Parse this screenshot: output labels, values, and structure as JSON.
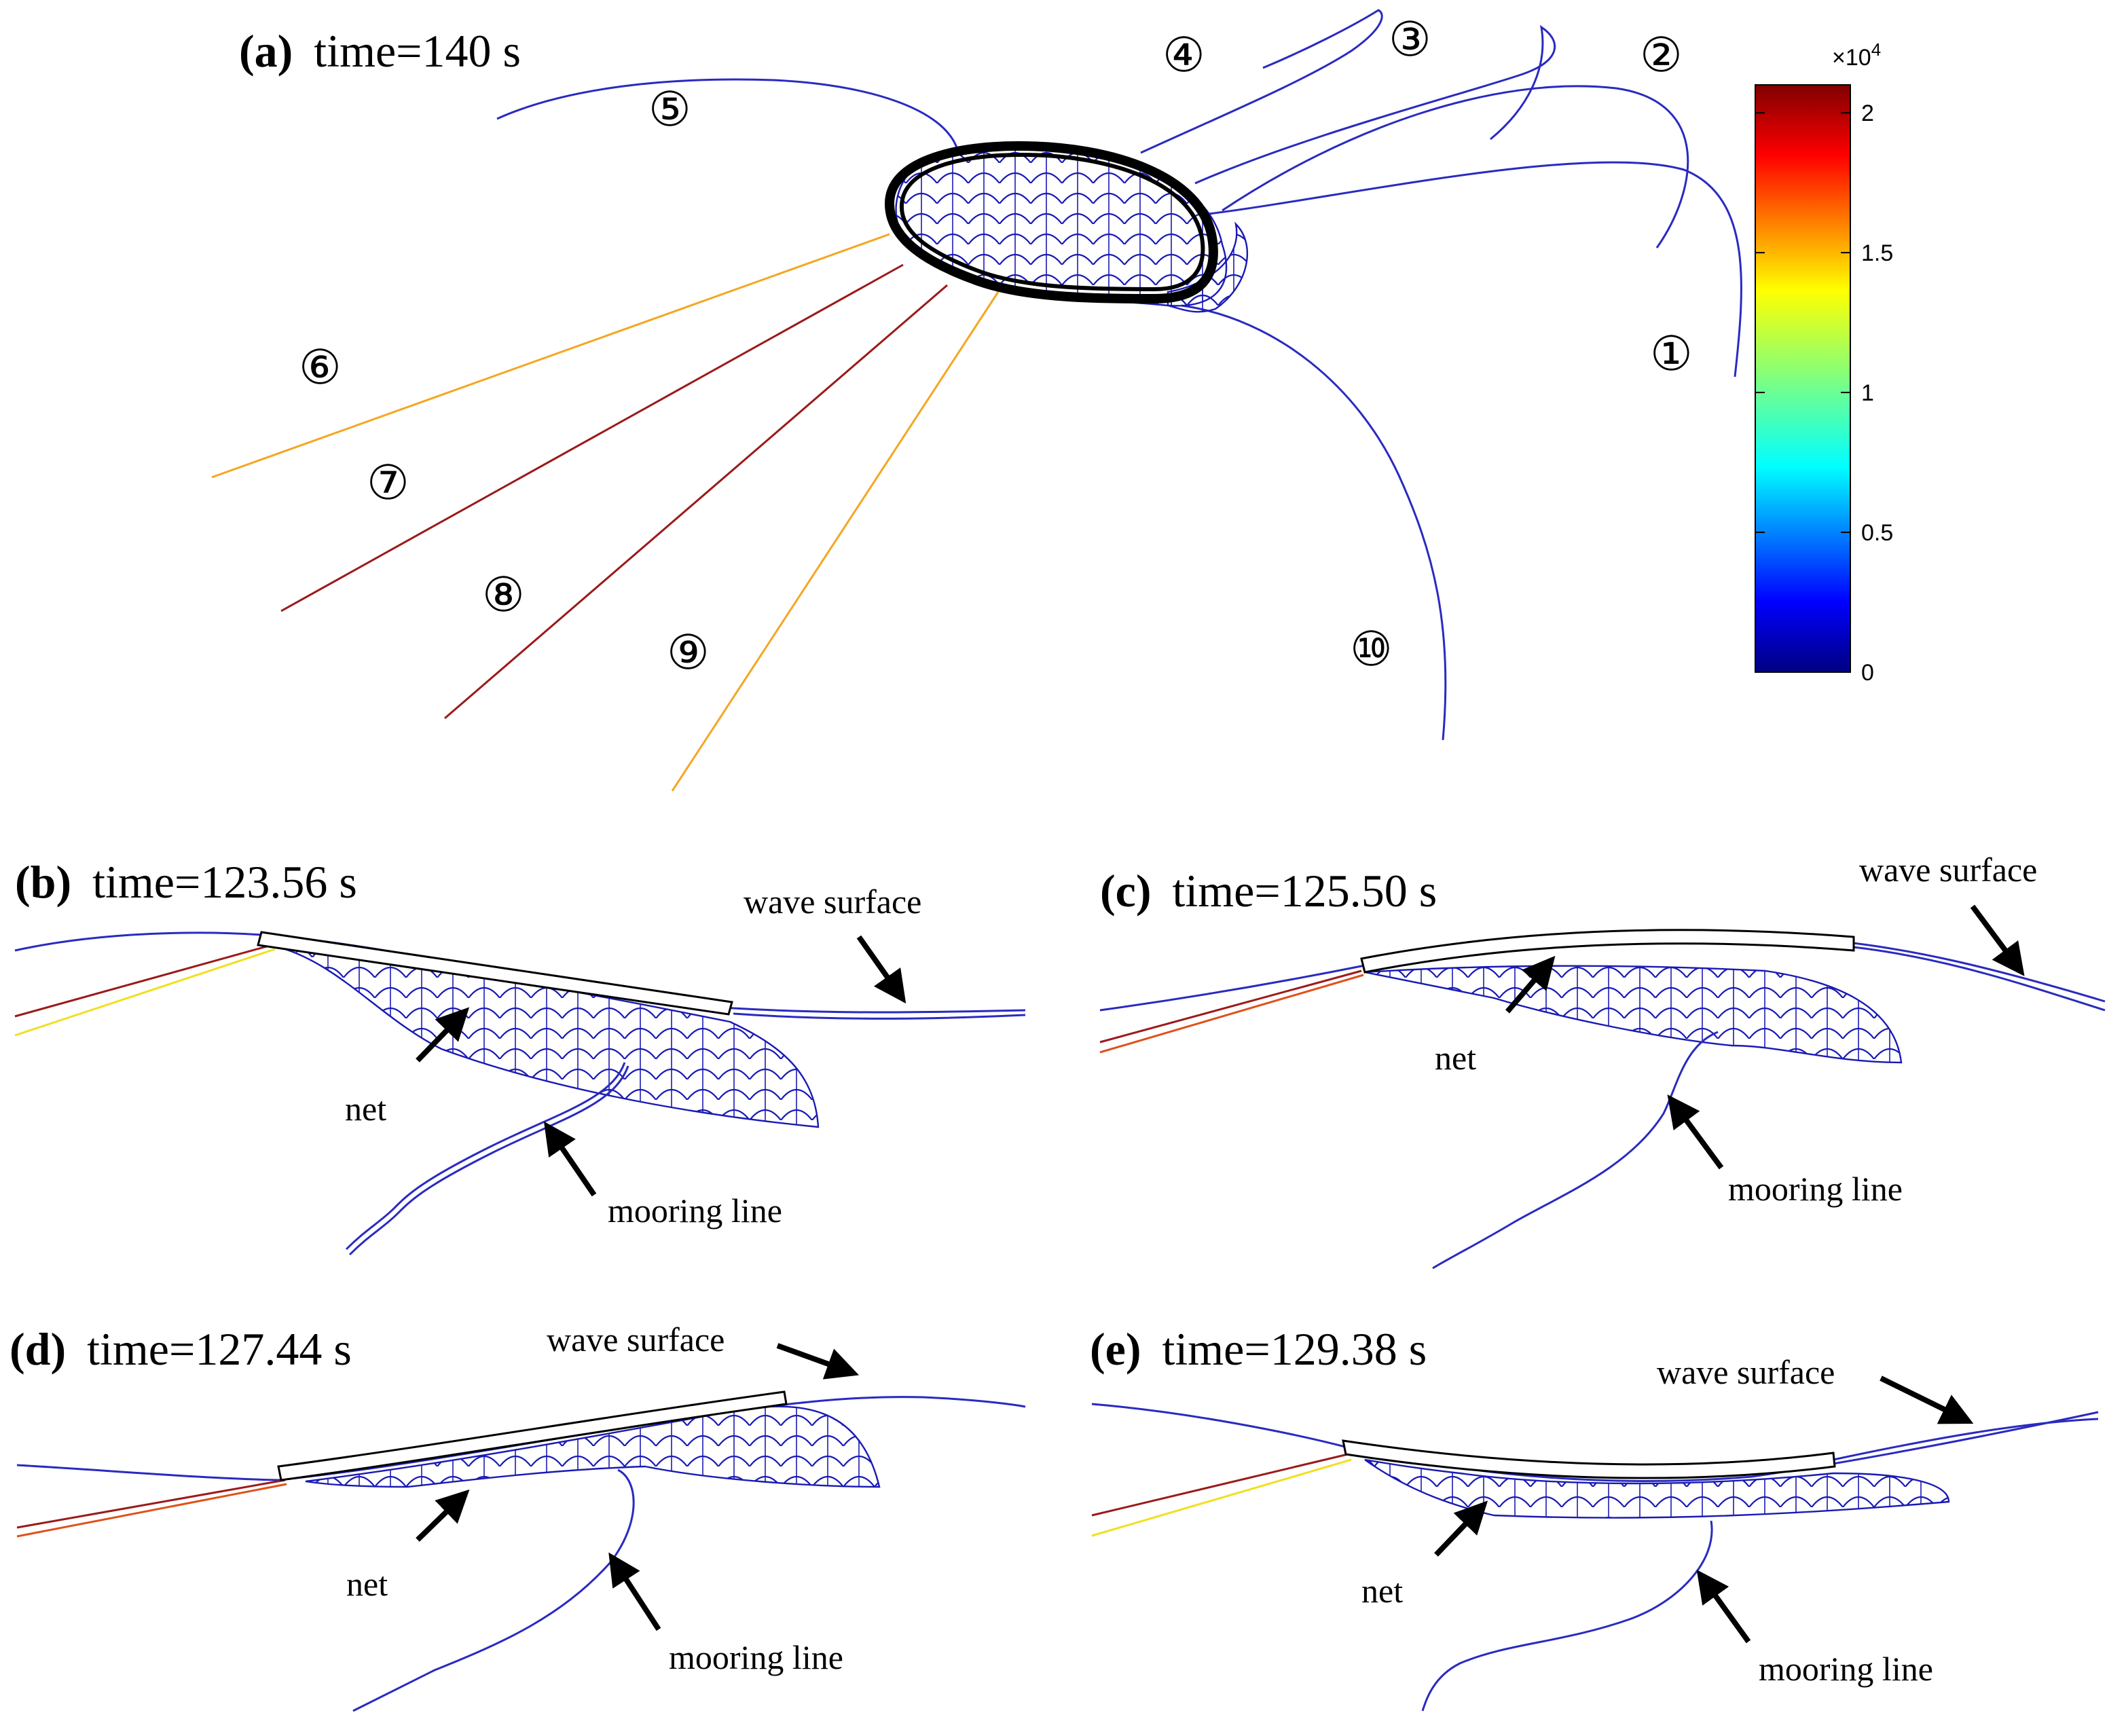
{
  "panels": {
    "a": {
      "label": "(a)",
      "time": "time=140 s"
    },
    "b": {
      "label": "(b)",
      "time": "time=123.56 s"
    },
    "c": {
      "label": "(c)",
      "time": "time=125.50 s"
    },
    "d": {
      "label": "(d)",
      "time": "time=127.44 s"
    },
    "e": {
      "label": "(e)",
      "time": "time=129.38 s"
    }
  },
  "mooring_numbers": [
    "①",
    "②",
    "③",
    "④",
    "⑤",
    "⑥",
    "⑦",
    "⑧",
    "⑨",
    "⑩"
  ],
  "callouts": {
    "net": "net",
    "mooring_line": "mooring line",
    "wave_surface": "wave surface"
  },
  "colorbar": {
    "exponent": "×10",
    "exponent_power": "4",
    "ticks": [
      "2",
      "1.5",
      "1",
      "0.5",
      "0"
    ],
    "tick_values": [
      2,
      1.5,
      1,
      0.5,
      0
    ],
    "range": [
      0,
      2.1
    ],
    "colormap": "jet"
  },
  "colors": {
    "low_tension": "#2a2ac0",
    "orange_line": "#f5a623",
    "dark_red_line": "#9b1a1a",
    "red_orange_line": "#e0501a",
    "yellow_line": "#f0e020",
    "collar": "#000000"
  }
}
